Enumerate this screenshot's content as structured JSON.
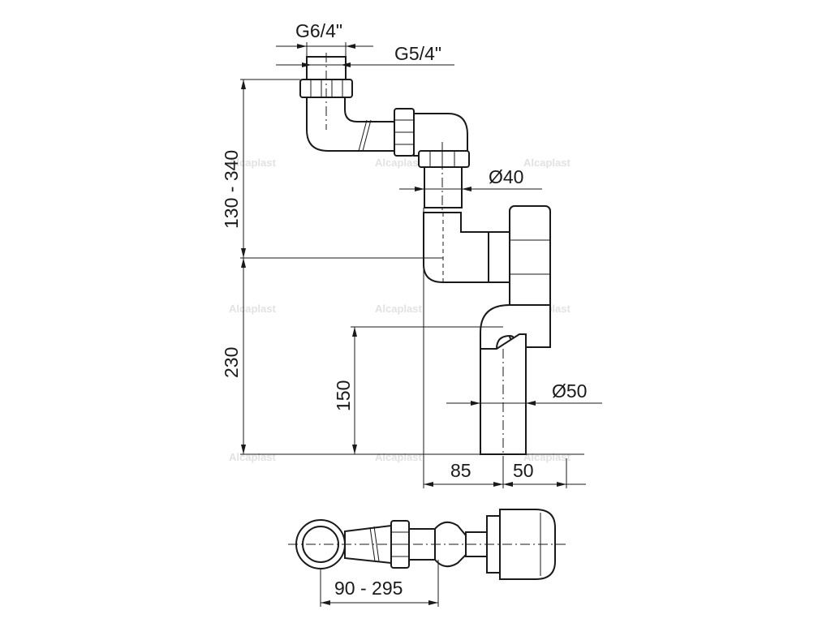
{
  "diagram": {
    "dimensions": {
      "thread_g64": "G6/4\"",
      "thread_g54": "G5/4\"",
      "height_adjust": "130 - 340",
      "height_lower": "230",
      "height_outlet": "150",
      "inlet_diameter": "Ø40",
      "outlet_diameter": "Ø50",
      "depth_85": "85",
      "depth_50": "50",
      "reach_adjust": "90 - 295"
    },
    "watermark": "Alcaplast"
  }
}
